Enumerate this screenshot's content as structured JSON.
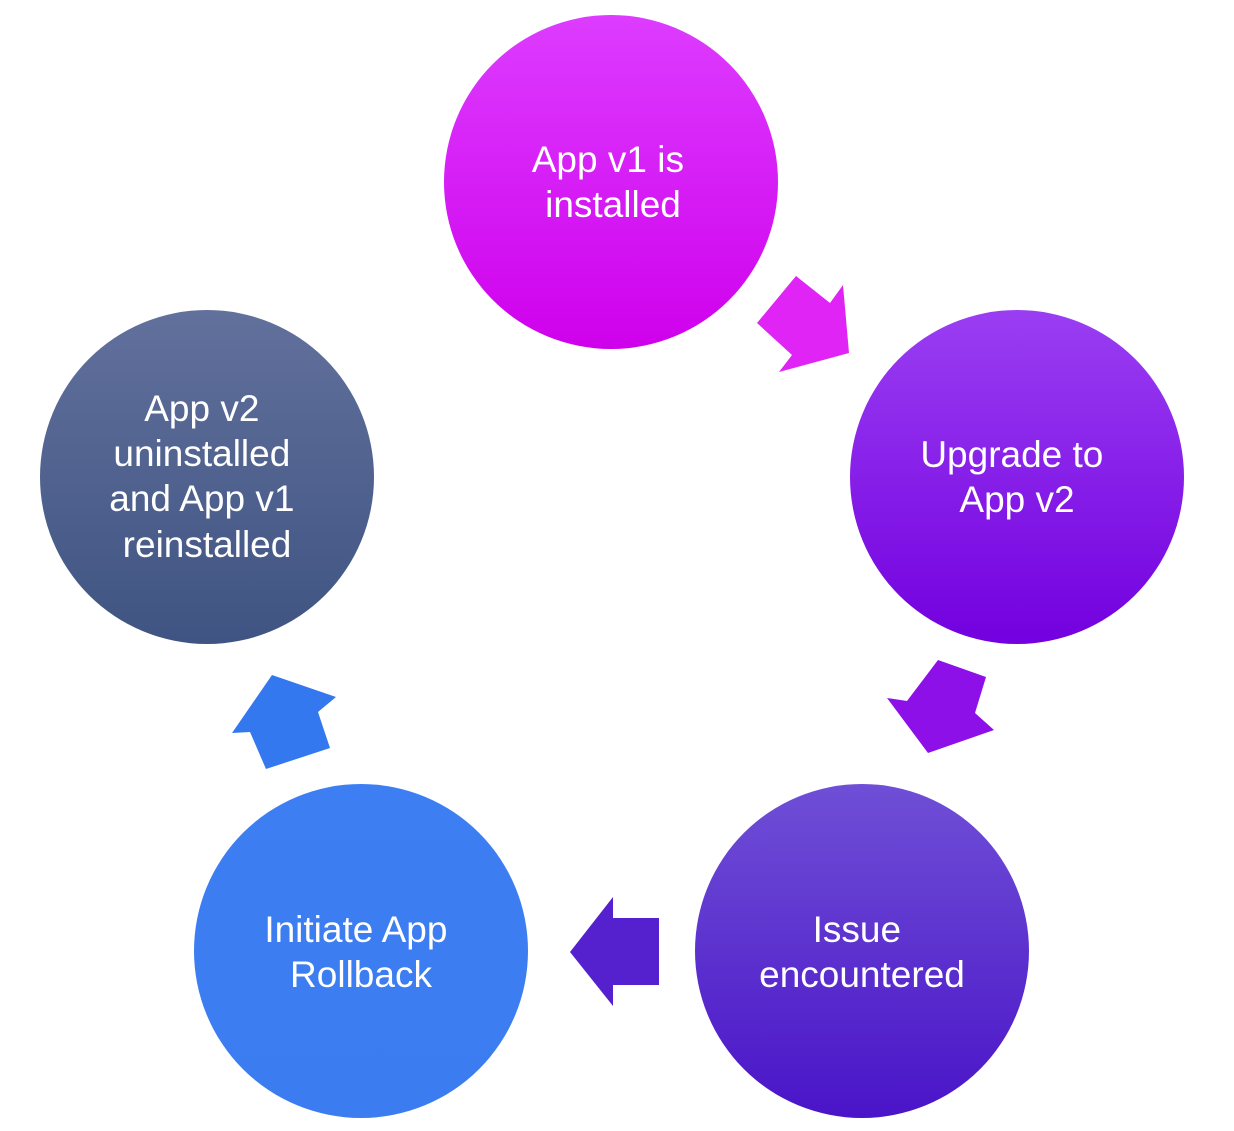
{
  "diagram": {
    "type": "cycle",
    "nodes": [
      {
        "id": "app-v1-installed",
        "lines": [
          "App v1 is",
          "installed"
        ],
        "color_top": "#dd3cff",
        "color_bottom": "#cf00ec"
      },
      {
        "id": "upgrade-to-v2",
        "lines": [
          "Upgrade to",
          "App v2"
        ],
        "color_top": "#9a3ef2",
        "color_bottom": "#7300df"
      },
      {
        "id": "issue-encountered",
        "lines": [
          "Issue",
          "encountered"
        ],
        "color_top": "#6f4fd6",
        "color_bottom": "#4a14c8"
      },
      {
        "id": "initiate-rollback",
        "lines": [
          "Initiate App",
          "Rollback"
        ],
        "color_top": "#3d7ff2",
        "color_bottom": "#3b7cf1"
      },
      {
        "id": "v2-uninstalled-v1-reinstalled",
        "lines": [
          "App v2",
          "uninstalled",
          "and App v1",
          "reinstalled"
        ],
        "color_top": "#62709c",
        "color_bottom": "#3f5482"
      }
    ],
    "edges": [
      {
        "from": "app-v1-installed",
        "to": "upgrade-to-v2",
        "color": "#e024f5"
      },
      {
        "from": "upgrade-to-v2",
        "to": "issue-encountered",
        "color": "#8e10e8"
      },
      {
        "from": "issue-encountered",
        "to": "initiate-rollback",
        "color": "#5521cf"
      },
      {
        "from": "initiate-rollback",
        "to": "v2-uninstalled-v1-reinstalled",
        "color": "#3478f0"
      }
    ]
  }
}
